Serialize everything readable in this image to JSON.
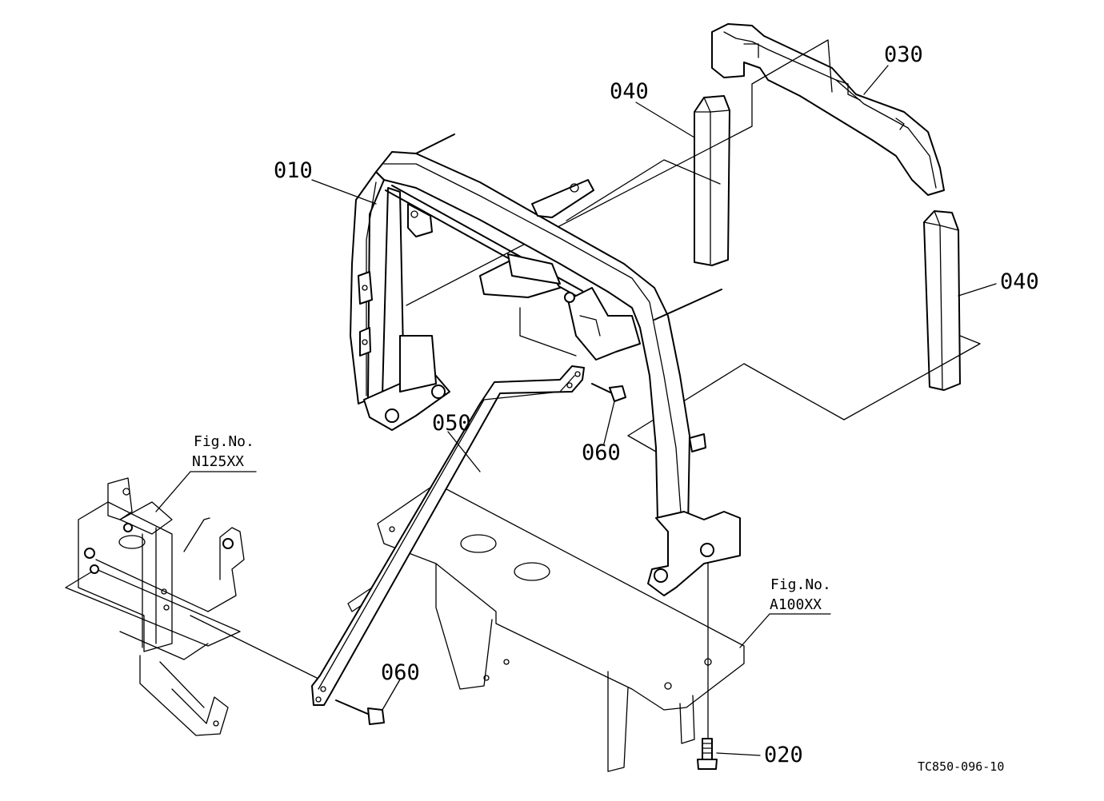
{
  "parts": [
    {
      "id": "010",
      "label": "010"
    },
    {
      "id": "020",
      "label": "020"
    },
    {
      "id": "030",
      "label": "030"
    },
    {
      "id": "040a",
      "label": "040"
    },
    {
      "id": "040b",
      "label": "040"
    },
    {
      "id": "050",
      "label": "050"
    },
    {
      "id": "060a",
      "label": "060"
    },
    {
      "id": "060b",
      "label": "060"
    }
  ],
  "figure_refs": [
    {
      "line1": "Fig.No.",
      "line2": "N125XX"
    },
    {
      "line1": "Fig.No.",
      "line2": "A100XX"
    }
  ],
  "drawing_code": "TC850-096-10"
}
